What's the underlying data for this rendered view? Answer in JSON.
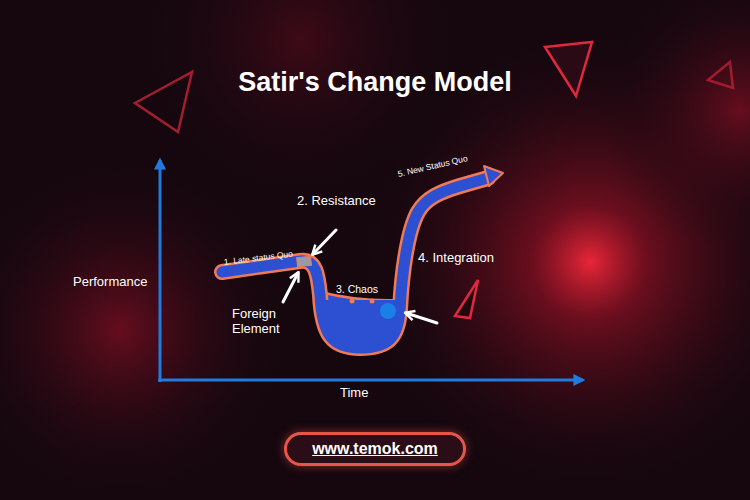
{
  "diagram": {
    "title": "Satir's Change Model",
    "nodes": [
      {
        "text": [
          "www.temok.com"
        ]
      }
    ],
    "labels": [
      "Performance",
      "Time",
      "1. Late status Quo",
      "2. Resistance",
      "3. Chaos",
      "4. Integration",
      "5. New Status Quo",
      "Foreign Element"
    ]
  }
}
